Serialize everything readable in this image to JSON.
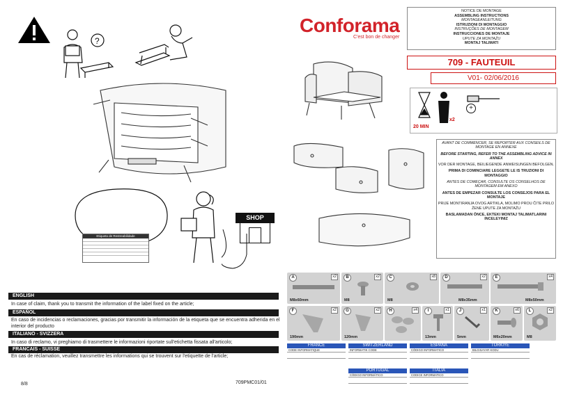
{
  "brand": {
    "name": "Conforama",
    "tagline": "C'est bon de changer"
  },
  "notice": {
    "lines": [
      "NOTICE DE MONTAGE",
      "ASSEMBLING INSTRUCTIONS",
      "MONTAGEANLEITUNG",
      "ISTRUZIONI DI MONTAGGIO",
      "INSTRUÇÕES DE MONTAGEM",
      "INSTRUCCIONES DE MONTAJE",
      "UPUTE ZA MONTAŽU",
      "MONTAJ TALIMATI"
    ]
  },
  "title": "709 - FAUTEUIL",
  "version": "V01- 02/06/2016",
  "tools": {
    "time": "20 MIN",
    "persons": "x2",
    "plus": "+"
  },
  "advice": [
    "AVANT DE COMMENCER, SE REPORTER AUX CONSEILS DE MONTAGE EN ANNEXE",
    "BEFORE STARTING, REFER TO THE ASSEMBLING ADVICE IN ANNEX",
    "VOR DER MONTAGE, BEILIEGENDE ANWEISUNGEN BEFOLGEN.",
    "PRIMA DI COMINCIARE LEGGETE LE IS TRUZIONI DI MONTAGGIO",
    "ANTES DE COMEÇAR, CONSULTE OS CONSELHOS DE MONTAGEM EM ANEXO",
    "ANTES DE EMPEZAR CONSULTE LOS CONSEJOS PARA EL MONTAJE",
    "PRIJE MONTIRANJA OVOG ARTIKLA, MOLIMO PROU ČITE PRILO ŽENE UPUTE ZA MONTAŽU",
    "BASLAMADAN ÖNCE, EKTEKI MONTAJ TALIMATLARINI INCELEYINIZ"
  ],
  "label_sheet": {
    "heading": "Etiqueta de Restreabilidade"
  },
  "shop_label": "SHOP",
  "languages": [
    {
      "name": "ENGLISH",
      "text": "In case of claim, thank you to transmit the information of the label fixed on the article;"
    },
    {
      "name": "ESPAÑOL",
      "text": "En caso de incidencias o reclamaciones, gracias por transmitir la información de la etiqueta que se encuentra adherida en el interior del producto"
    },
    {
      "name": "ITALIANO - SVIZZERA",
      "text": "In caso di reclamo, vi preghiamo di trasmettere le informazioni riportate sull'etichetta fissata all'articolo;"
    },
    {
      "name": "FRANCAIS - SUISSE",
      "text": "En cas de réclamation, veuillez transmettre les informations qui se trouvent sur l'etiquette de l'article;"
    }
  ],
  "parts": [
    {
      "id": "A",
      "qty": "x2",
      "size": "M8x60mm"
    },
    {
      "id": "B",
      "qty": "x2",
      "size": "M8"
    },
    {
      "id": "C",
      "qty": "x8",
      "size": "M8"
    },
    {
      "id": "D",
      "qty": "x2",
      "size": "M8x35mm"
    },
    {
      "id": "E",
      "qty": "x4",
      "size": "M8x50mm"
    },
    {
      "id": "F",
      "qty": "x2",
      "size": "190mm"
    },
    {
      "id": "G",
      "qty": "x2",
      "size": "120mm"
    },
    {
      "id": "H",
      "qty": "x4",
      "size": ""
    },
    {
      "id": "I",
      "qty": "x1",
      "size": "13mm"
    },
    {
      "id": "J",
      "qty": "x1",
      "size": "5mm"
    },
    {
      "id": "K",
      "qty": "x6",
      "size": "M6x20mm"
    },
    {
      "id": "L",
      "qty": "x2",
      "size": "M8"
    }
  ],
  "countries": [
    {
      "name": "FRANCE",
      "label": "CODE INFORMATIQUE"
    },
    {
      "name": "SWITZERLAND",
      "label": "INFORMATIK CODE"
    },
    {
      "name": "ESPANA",
      "label": "CÓDIGO INFORMATICO"
    },
    {
      "name": "TÜRKIYE",
      "label": "BILGISAYAR KODU"
    },
    {
      "name": "PORTUGAL",
      "label": "CÓDIGO INFORMÁTICO"
    },
    {
      "name": "ITALIA",
      "label": "CODICE INFORMATICO"
    }
  ],
  "footer": {
    "page": "8/8",
    "ref": "709PMC01/01"
  },
  "colors": {
    "brand_red": "#d2232a",
    "country_blue": "#2a56b8"
  }
}
